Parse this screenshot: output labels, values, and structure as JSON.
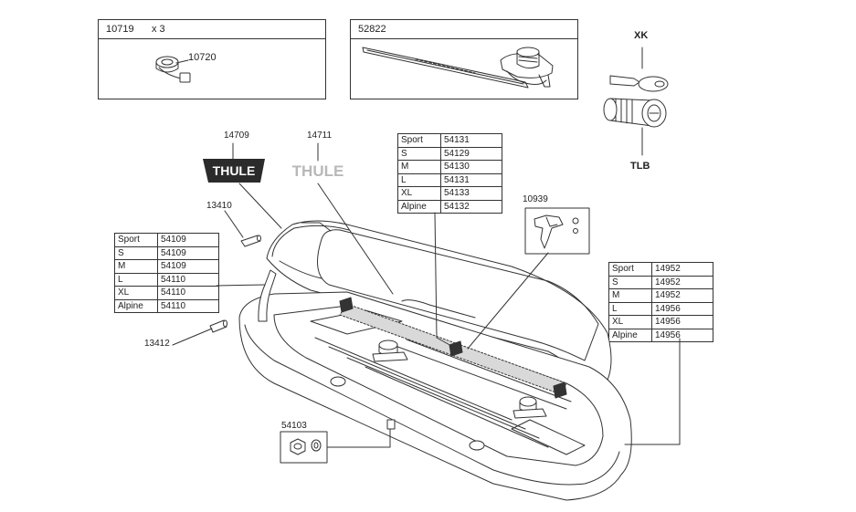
{
  "kit_box_1": {
    "part": "10719",
    "qty": "x 3",
    "item": "10720"
  },
  "kit_box_2": {
    "part": "52822"
  },
  "lock": {
    "key_label": "XK",
    "cylinder_label": "TLB"
  },
  "logos": {
    "dark_part": "14709",
    "light_part": "14711",
    "dark_text": "THULE",
    "light_text": "THULE"
  },
  "callouts": {
    "c13410": "13410",
    "c13412": "13412",
    "c10939": "10939",
    "c54103": "54103"
  },
  "table_hinge": [
    {
      "size": "Sport",
      "part": "54109"
    },
    {
      "size": "S",
      "part": "54109"
    },
    {
      "size": "M",
      "part": "54109"
    },
    {
      "size": "L",
      "part": "54110"
    },
    {
      "size": "XL",
      "part": "54110"
    },
    {
      "size": "Alpine",
      "part": "54110"
    }
  ],
  "table_lid": [
    {
      "size": "Sport",
      "part": "54131"
    },
    {
      "size": "S",
      "part": "54129"
    },
    {
      "size": "M",
      "part": "54130"
    },
    {
      "size": "L",
      "part": "54131"
    },
    {
      "size": "XL",
      "part": "54133"
    },
    {
      "size": "Alpine",
      "part": "54132"
    }
  ],
  "table_base": [
    {
      "size": "Sport",
      "part": "14952"
    },
    {
      "size": "S",
      "part": "14952"
    },
    {
      "size": "M",
      "part": "14952"
    },
    {
      "size": "L",
      "part": "14956"
    },
    {
      "size": "XL",
      "part": "14956"
    },
    {
      "size": "Alpine",
      "part": "14956"
    }
  ],
  "colors": {
    "line": "#333333",
    "logo_dark": "#2b2b2b",
    "logo_light": "#b8b8b8",
    "rail_fill": "#d9d9d9"
  }
}
